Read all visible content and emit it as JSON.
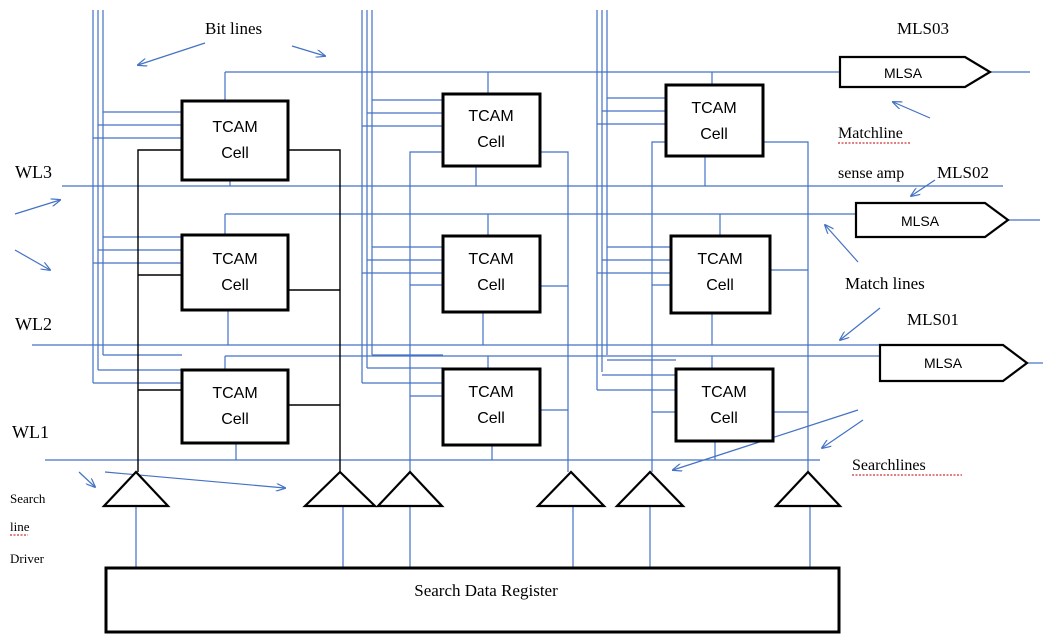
{
  "labels": {
    "bit_lines": "Bit lines",
    "wl3": "WL3",
    "wl2": "WL2",
    "wl1": "WL1",
    "mls03": "MLS03",
    "mls01": "MLS01",
    "matchline_sense_amp_line1": "Matchline",
    "matchline_sense_amp_line2": "sense amp",
    "mls02": "MLS02",
    "match_lines": "Match lines",
    "searchlines": "Searchlines",
    "search_line_driver_1": "Search",
    "search_line_driver_2": "line",
    "search_line_driver_3": "Driver"
  },
  "cells": [
    {
      "line1": "TCAM",
      "line2": "Cell"
    },
    {
      "line1": "TCAM",
      "line2": "Cell"
    },
    {
      "line1": "TCAM",
      "line2": "Cell"
    },
    {
      "line1": "TCAM",
      "line2": "Cell"
    },
    {
      "line1": "TCAM",
      "line2": "Cell"
    },
    {
      "line1": "TCAM",
      "line2": "Cell"
    },
    {
      "line1": "TCAM",
      "line2": "Cell"
    },
    {
      "line1": "TCAM",
      "line2": "Cell"
    },
    {
      "line1": "TCAM",
      "line2": "Cell"
    }
  ],
  "amplifiers": [
    "MLSA",
    "MLSA",
    "MLSA"
  ],
  "register": "Search Data Register",
  "colors": {
    "wire": "#4472c4",
    "outline": "#000000",
    "spellcheck": "#c00000"
  }
}
